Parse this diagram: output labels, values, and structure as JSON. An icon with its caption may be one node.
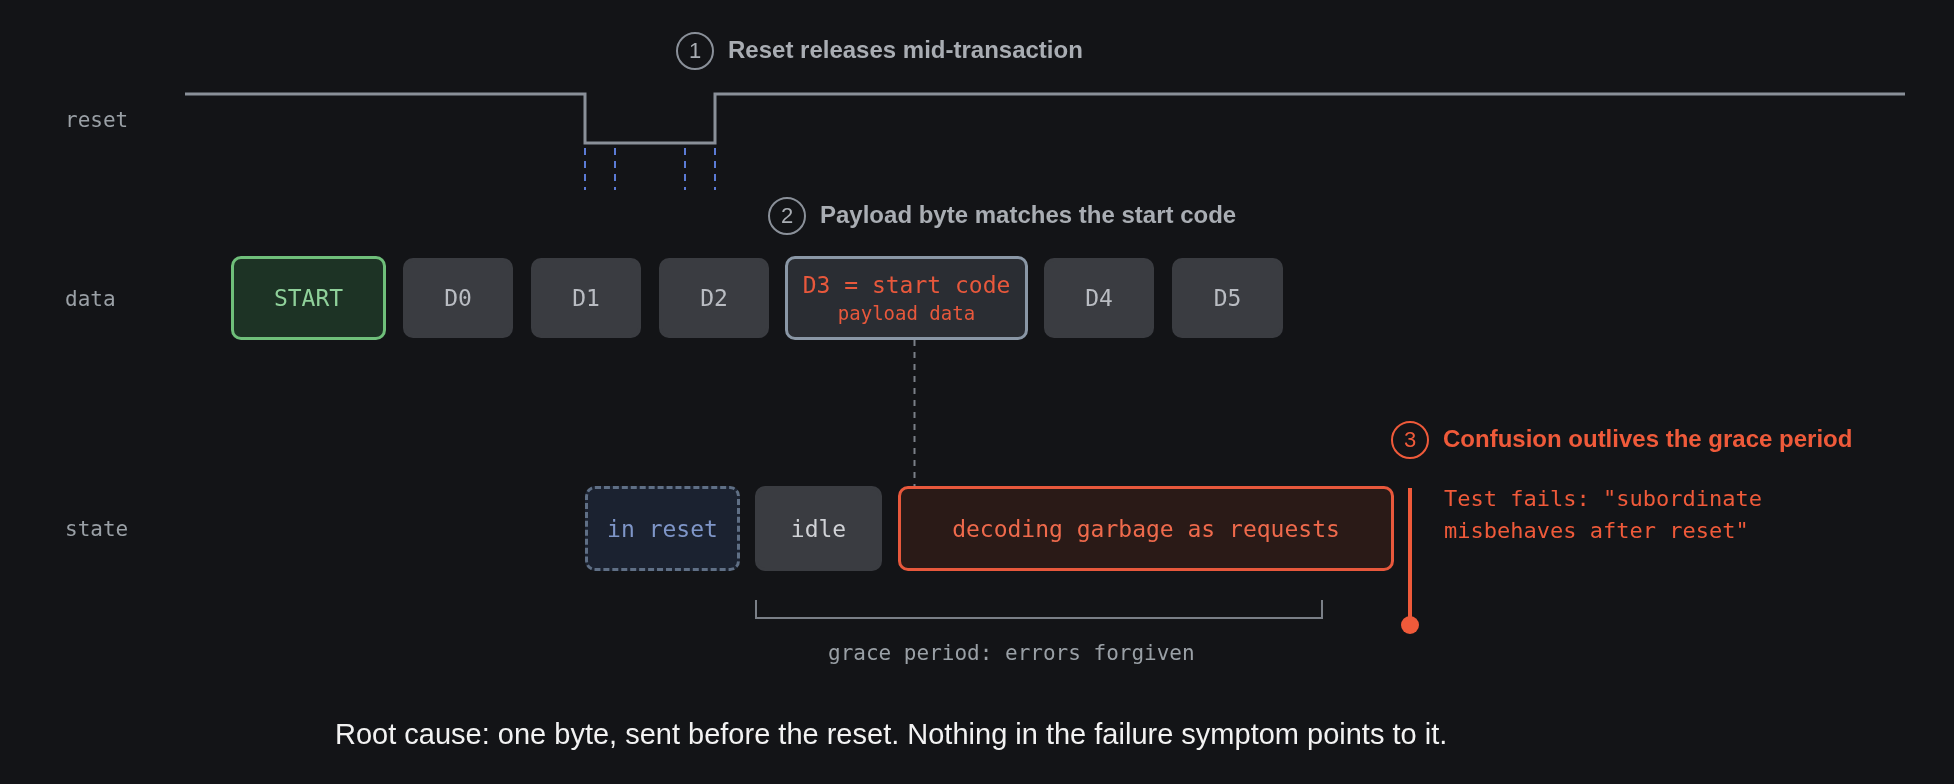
{
  "diagram": {
    "caption": "Root cause: one byte, sent before the reset. Nothing in the failure symptom points to it.",
    "nodes": [
      {
        "text": [
          "1"
        ],
        "beside": [
          "Reset releases mid-transaction"
        ]
      },
      {
        "text": [
          "2"
        ],
        "beside": [
          "Payload byte matches the start code"
        ]
      },
      {
        "text": [
          "START"
        ]
      },
      {
        "text": [
          "D0"
        ]
      },
      {
        "text": [
          "D1"
        ]
      },
      {
        "text": [
          "D2"
        ]
      },
      {
        "text": [
          "D3 = start code",
          "payload data"
        ]
      },
      {
        "text": [
          "D4"
        ]
      },
      {
        "text": [
          "D5"
        ]
      },
      {
        "text": [
          "3"
        ],
        "beside": [
          "Confusion outlives the grace period"
        ]
      },
      {
        "text": [
          "in reset"
        ]
      },
      {
        "text": [
          "idle"
        ]
      },
      {
        "text": [
          "decoding garbage as requests"
        ]
      }
    ],
    "edges": [
      {
        "from": 6,
        "to": 12,
        "arrow": "none",
        "style": "dashed"
      }
    ],
    "labels": [
      "reset",
      "data",
      "Test fails: \"subordinate misbehaves after reset\"",
      "state",
      "grace period: errors forgiven"
    ]
  }
}
